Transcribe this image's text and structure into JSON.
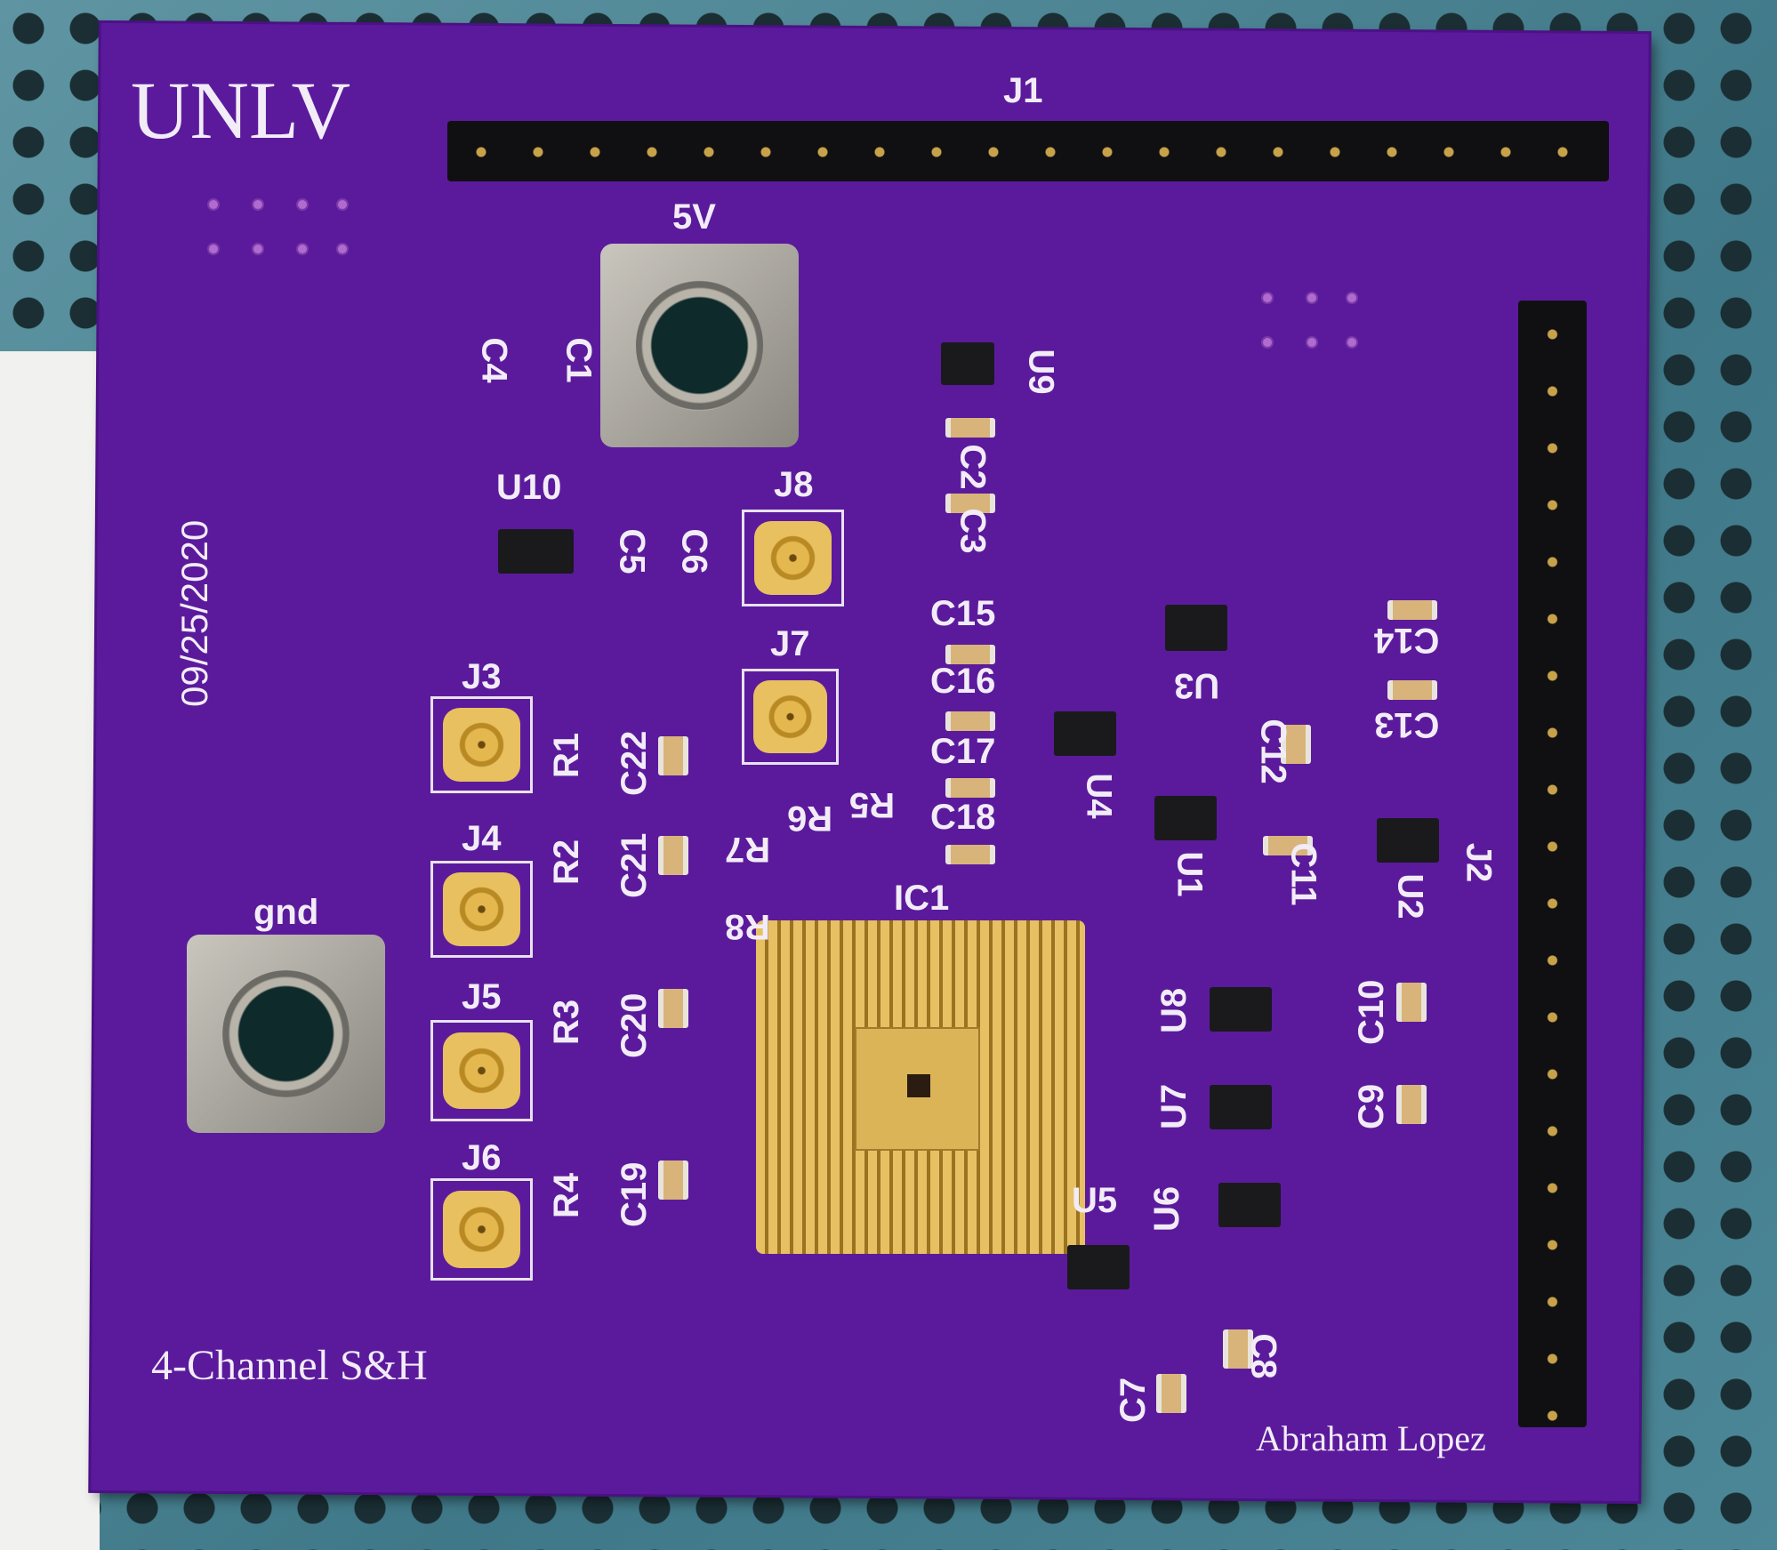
{
  "board": {
    "logo": "UNLV",
    "date": "09/25/2020",
    "title": "4-Channel S&H",
    "author": "Abraham Lopez"
  },
  "labels": {
    "J1": "J1",
    "J2": "J2",
    "J3": "J3",
    "J4": "J4",
    "J5": "J5",
    "J6": "J6",
    "J7": "J7",
    "J8": "J8",
    "V5": "5V",
    "gnd": "gnd",
    "IC1": "IC1",
    "U1": "U1",
    "U2": "U2",
    "U3": "U3",
    "U4": "U4",
    "U5": "U5",
    "U6": "U6",
    "U7": "U7",
    "U8": "U8",
    "U9": "U9",
    "U10": "U10",
    "C1": "C1",
    "C2": "C2",
    "C3": "C3",
    "C4": "C4",
    "C5": "C5",
    "C6": "C6",
    "C7": "C7",
    "C8": "C8",
    "C9": "C9",
    "C10": "C10",
    "C11": "C11",
    "C12": "C12",
    "C13": "C13",
    "C14": "C14",
    "C15": "C15",
    "C16": "C16",
    "C17": "C17",
    "C18": "C18",
    "C19": "C19",
    "C20": "C20",
    "C21": "C21",
    "C22": "C22",
    "R1": "R1",
    "R2": "R2",
    "R3": "R3",
    "R4": "R4",
    "R5": "R5",
    "R6": "R6",
    "R7": "R7",
    "R8": "R8"
  },
  "colors": {
    "pcb": "#5b1a9c",
    "silkscreen": "#f2ecf7",
    "gold": "#e4b84e",
    "background": "#4c8797"
  }
}
